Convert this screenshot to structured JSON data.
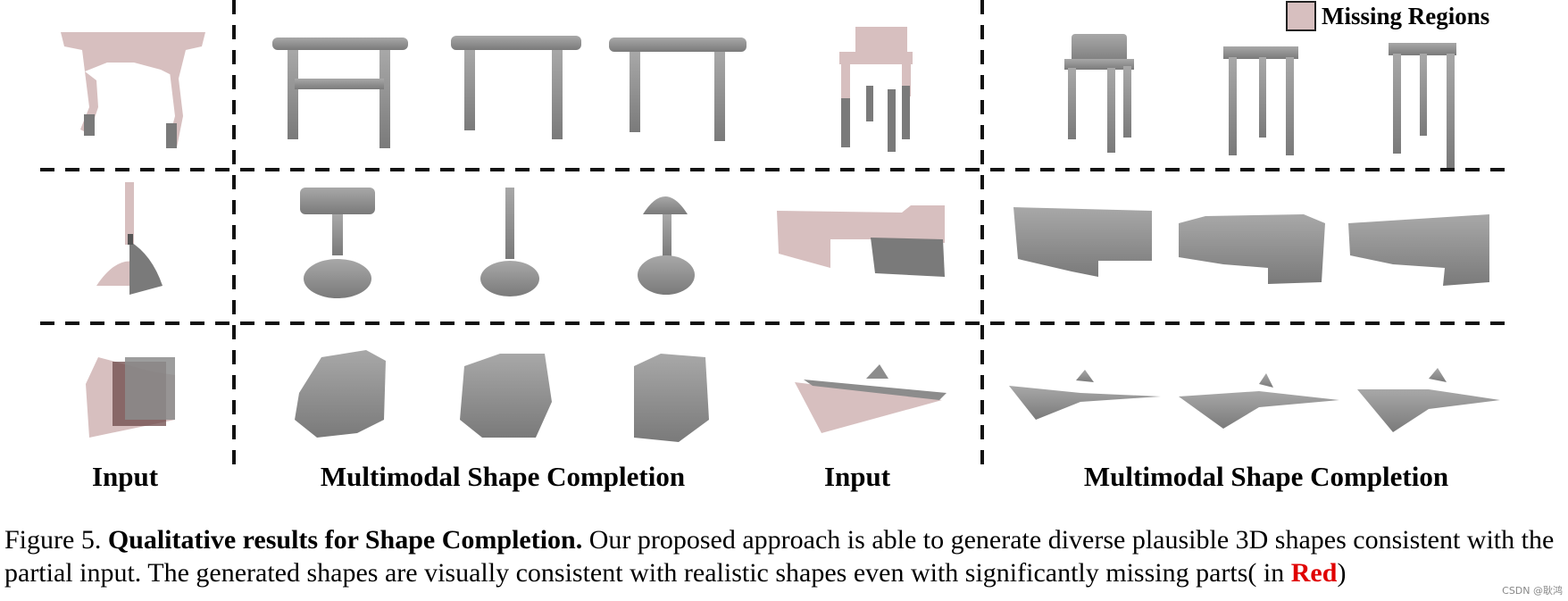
{
  "legend": {
    "label": "Missing Regions",
    "swatch_color": "#d7bfbf"
  },
  "column_labels": {
    "input_left": "Input",
    "completion_left": "Multimodal Shape Completion",
    "input_right": "Input",
    "completion_right": "Multimodal Shape Completion"
  },
  "caption": {
    "figure_label": "Figure 5.",
    "bold_title": "Qualitative results for Shape Completion.",
    "text": "Our proposed approach is able to generate diverse plausible 3D shapes consistent with the partial input. The generated shapes are visually consistent with realistic shapes even with significantly missing parts( in",
    "red_word": "Red",
    "closing": ")"
  },
  "watermark": "CSDN @耿鸿",
  "colors": {
    "shape_gray": "#8c8c8c",
    "shape_dark": "#6e6e6e",
    "missing_pink": "#d7bfbf",
    "highlight_red": "#e00000"
  },
  "rows": [
    {
      "left_object": "table",
      "right_object": "stool"
    },
    {
      "left_object": "lamp",
      "right_object": "sofa"
    },
    {
      "left_object": "car",
      "right_object": "airplane"
    }
  ]
}
